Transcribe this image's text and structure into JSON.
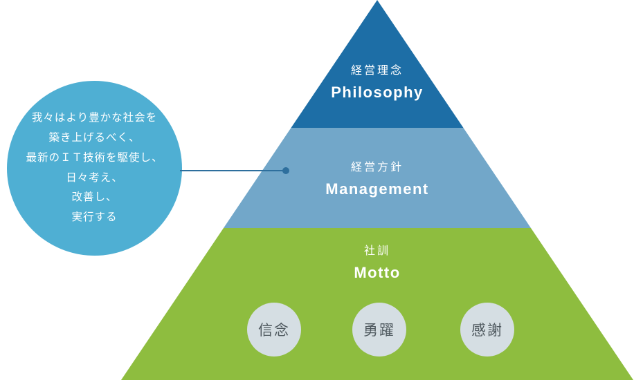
{
  "bubble": {
    "text": "我々はより豊かな社会を\n築き上げるべく、\n最新のＩＴ技術を駆使し、\n日々考え、\n改善し、\n実行する"
  },
  "pyramid": {
    "levels": [
      {
        "name_ja": "経営理念",
        "name_en": "Philosophy",
        "color": "#1d6ea6"
      },
      {
        "name_ja": "経営方針",
        "name_en": "Management",
        "color": "#72a7c9"
      },
      {
        "name_ja": "社訓",
        "name_en": "Motto",
        "color": "#8ebd3f"
      }
    ]
  },
  "motto_values": [
    {
      "label": "信念"
    },
    {
      "label": "勇躍"
    },
    {
      "label": "感謝"
    }
  ],
  "colors": {
    "bubble": "#4fafd3",
    "connector": "#2e6f9d",
    "motto_circle": "#d5dee3",
    "motto_text": "#4e585e",
    "label_text": "#ffffff",
    "background": "#ffffff"
  }
}
